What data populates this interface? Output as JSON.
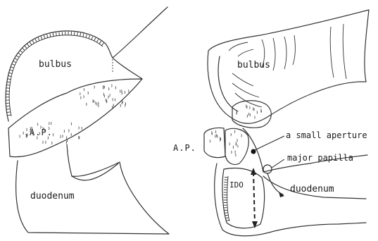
{
  "left_panel": {
    "bulbus_label": "bulbus",
    "ap_label": "A.P.",
    "duodenum_label": "duodenum"
  },
  "right_panel": {
    "bulbus_label": "bulbus",
    "ap_label": "A.P.",
    "aperture_label": "a small aperture",
    "papilla_label": "major papilla",
    "duodenum_label": "duodenum",
    "ido_label": "IDO"
  }
}
